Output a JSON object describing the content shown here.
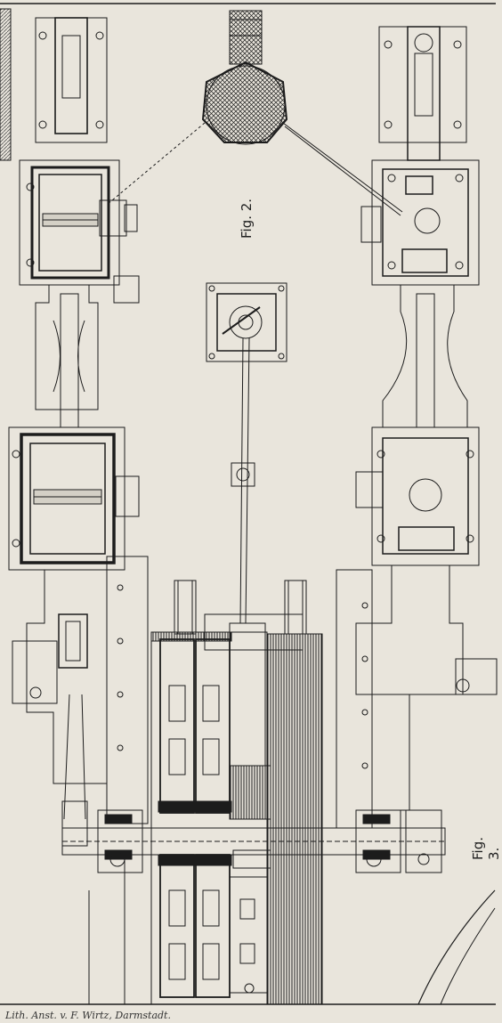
{
  "labels": {
    "fig2": "Fig. 2.",
    "fig3": "Fig. 3.",
    "credit": "Lith. Anst. v. F. Wirtz, Darmstadt."
  },
  "colors": {
    "paper": "#e9e5dc",
    "ink": "#1c1c1c",
    "hatch": "#555555"
  }
}
